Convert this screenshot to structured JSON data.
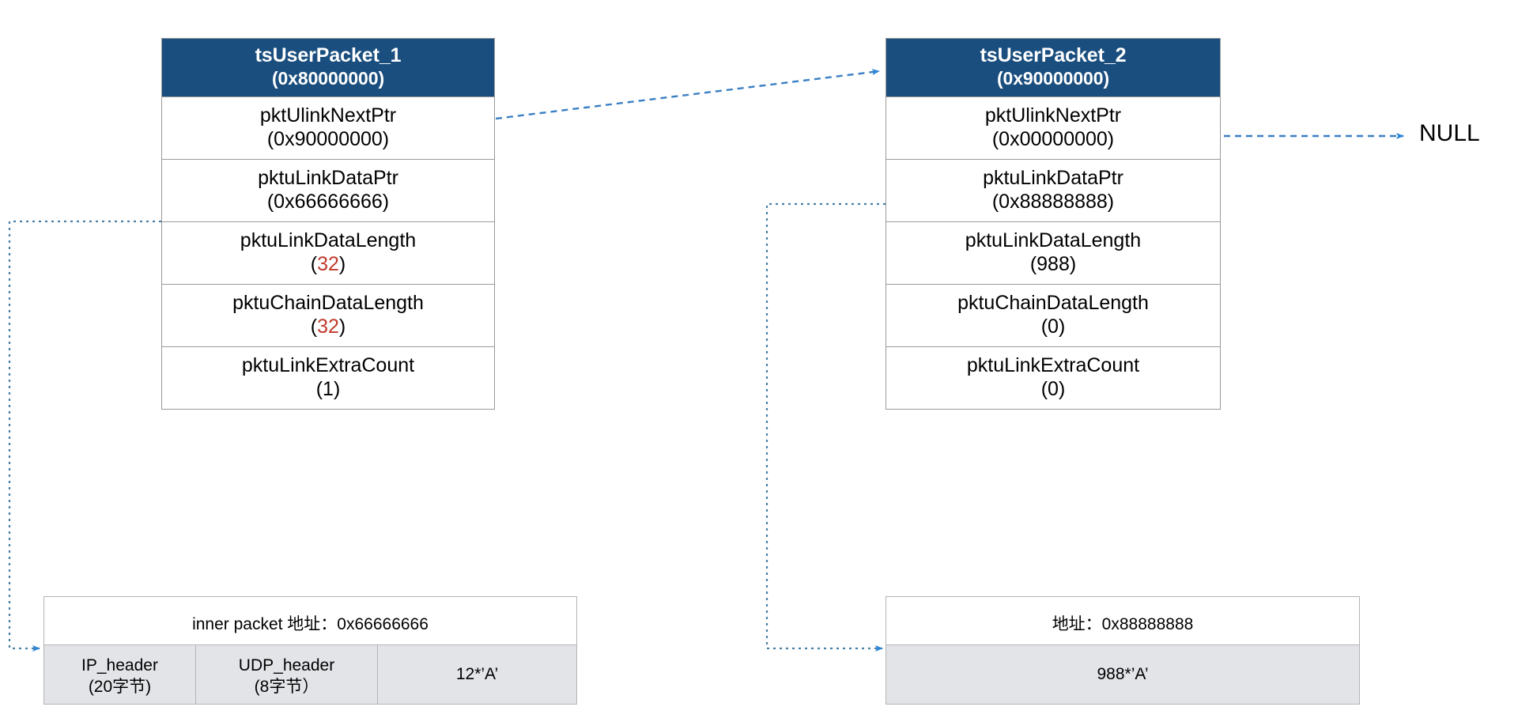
{
  "diagram": {
    "title_semantic": "tsUserPacket linked-list memory layout",
    "accent_color": "#1a4e7e",
    "wire_color": "#3b7fc4",
    "wire_color_dark": "#4a7fa5",
    "highlight_color": "#c0392b"
  },
  "packets": [
    {
      "name": "tsUserPacket_1",
      "address": "(0x80000000)",
      "fields": [
        {
          "label": "pktUlinkNextPtr",
          "value": "(0x90000000)",
          "highlight": false
        },
        {
          "label": "pktuLinkDataPtr",
          "value": "(0x66666666)",
          "highlight": false
        },
        {
          "label": "pktuLinkDataLength",
          "value": "32",
          "highlight": true
        },
        {
          "label": "pktuChainDataLength",
          "value": "32",
          "highlight": true
        },
        {
          "label": "pktuLinkExtraCount",
          "value": "(1)",
          "highlight": false
        }
      ]
    },
    {
      "name": "tsUserPacket_2",
      "address": "(0x90000000)",
      "fields": [
        {
          "label": "pktUlinkNextPtr",
          "value": "(0x00000000)",
          "highlight": false
        },
        {
          "label": "pktuLinkDataPtr",
          "value": "(0x88888888)",
          "highlight": false
        },
        {
          "label": "pktuLinkDataLength",
          "value": "(988)",
          "highlight": false
        },
        {
          "label": "pktuChainDataLength",
          "value": "(0)",
          "highlight": false
        },
        {
          "label": "pktuLinkExtraCount",
          "value": "(0)",
          "highlight": false
        }
      ]
    }
  ],
  "memory_blocks": [
    {
      "addr_text": "inner packet 地址：0x66666666",
      "cells": [
        {
          "line1": "IP_header",
          "line2": "(20字节)"
        },
        {
          "line1": "UDP_header",
          "line2": "(8字节）"
        },
        {
          "line1": "12*’A’",
          "line2": ""
        }
      ]
    },
    {
      "addr_text": "地址：0x88888888",
      "cells": [
        {
          "line1": "988*’A’",
          "line2": ""
        }
      ]
    }
  ],
  "labels": {
    "null": "NULL"
  }
}
